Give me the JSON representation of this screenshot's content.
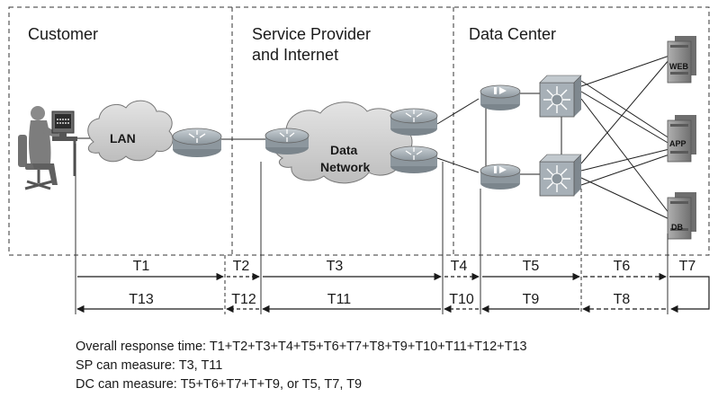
{
  "zones": {
    "customer": "Customer",
    "sp_line1": "Service Provider",
    "sp_line2": "and Internet",
    "dc": "Data Center"
  },
  "clouds": {
    "lan": "LAN",
    "data_line1": "Data",
    "data_line2": "Network"
  },
  "servers": {
    "web": "WEB",
    "app": "APP",
    "db": "DB"
  },
  "timings": {
    "t1": "T1",
    "t2": "T2",
    "t3": "T3",
    "t4": "T4",
    "t5": "T5",
    "t6": "T6",
    "t7": "T7",
    "t8": "T8",
    "t9": "T9",
    "t10": "T10",
    "t11": "T11",
    "t12": "T12",
    "t13": "T13"
  },
  "summary": {
    "overall": "Overall response time: T1+T2+T3+T4+T5+T6+T7+T8+T9+T10+T11+T12+T13",
    "sp": "SP can measure: T3, T11",
    "dc": "DC can measure: T5+T6+T7+T+T9, or T5, T7, T9"
  },
  "colors": {
    "router_fill": "#a9b3ba",
    "switch_fill": "#9aa3aa",
    "server_fill": "#8f8f8f",
    "cloud_fill": "#d2d2d2"
  },
  "icons": [
    "user-workstation-icon",
    "router-icon",
    "content-switch-icon",
    "multilayer-switch-icon",
    "server-icon"
  ]
}
